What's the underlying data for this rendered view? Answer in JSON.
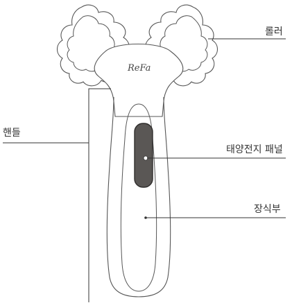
{
  "labels": {
    "roller": "롤러",
    "handle": "핸들",
    "solar_panel": "태양전지 패널",
    "decoration": "장식부"
  },
  "brand_text": "ReFa",
  "colors": {
    "outline": "#555555",
    "leader_line": "#333333",
    "solar_panel_fill": "#5a5755",
    "solar_panel_border": "#2f2d2c",
    "background": "#ffffff"
  }
}
